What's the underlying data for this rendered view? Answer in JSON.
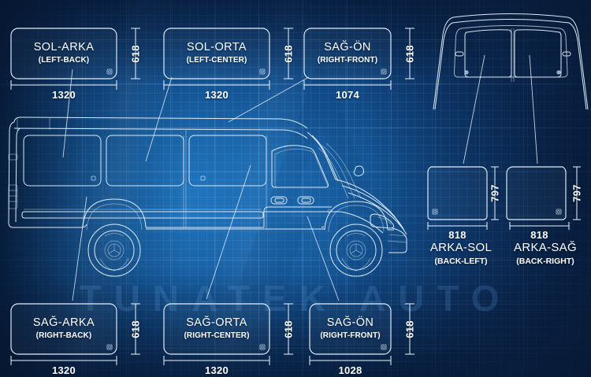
{
  "drawing": {
    "title": "TUNATEK AUTO",
    "watermark_text": "TUNATEK AUTO",
    "watermark_mark": "a-logo-mark",
    "background_color": "#0d3c74",
    "line_color": "#dbe9f7",
    "text_color": "#ffffff"
  },
  "panels_top": [
    {
      "id": "sol-arka",
      "name_tr": "SOL-ARKA",
      "name_en": "(LEFT-BACK)",
      "width": "1320",
      "height": "618"
    },
    {
      "id": "sol-orta",
      "name_tr": "SOL-ORTA",
      "name_en": "(LEFT-CENTER)",
      "width": "1320",
      "height": "618"
    },
    {
      "id": "sag-on-top",
      "name_tr": "SAĞ-ÖN",
      "name_en": "(RIGHT-FRONT)",
      "width": "1074",
      "height": "618"
    }
  ],
  "panels_bottom": [
    {
      "id": "sag-arka",
      "name_tr": "SAĞ-ARKA",
      "name_en": "(RIGHT-BACK)",
      "width": "1320",
      "height": "618"
    },
    {
      "id": "sag-orta",
      "name_tr": "SAĞ-ORTA",
      "name_en": "(RIGHT-CENTER)",
      "width": "1320",
      "height": "618"
    },
    {
      "id": "sag-on-bottom",
      "name_tr": "SAĞ-ÖN",
      "name_en": "(RIGHT-FRONT)",
      "width": "1028",
      "height": "618"
    }
  ],
  "panels_rear": [
    {
      "id": "arka-sol",
      "name_tr": "ARKA-SOL",
      "name_en": "(BACK-LEFT)",
      "width": "818",
      "height": "797"
    },
    {
      "id": "arka-sag",
      "name_tr": "ARKA-SAĞ",
      "name_en": "(BACK-RIGHT)",
      "width": "818",
      "height": "797"
    }
  ],
  "views": {
    "side_view": "van-side-view",
    "rear_view": "van-rear-door-view"
  }
}
